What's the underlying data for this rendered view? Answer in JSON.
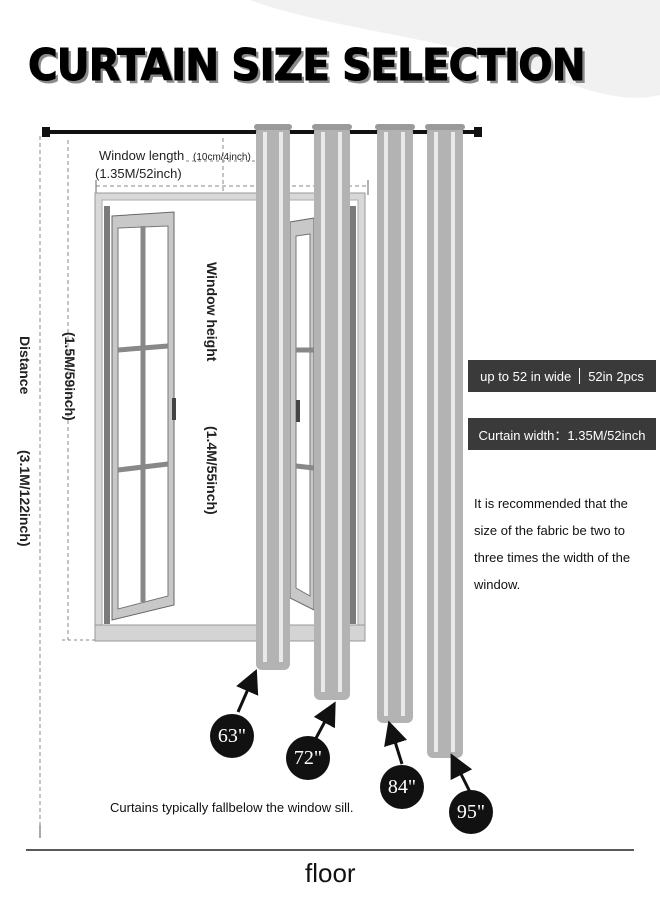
{
  "title": "CURTAIN SIZE SELECTION",
  "window_length": {
    "label": "Window length",
    "value": "(1.35M/52inch)"
  },
  "overhang": "(10cm/4inch)",
  "window_height": {
    "label": "Window height",
    "value": "(1.4M/55inch)"
  },
  "sill_height": "(1.5M/59inch)",
  "distance": {
    "label": "Distance",
    "value": "(3.1M/122inch)"
  },
  "badges": {
    "width_left": "up to 52 in wide",
    "width_right": "52in 2pcs",
    "curtain_width": "Curtain width：1.35M/52inch"
  },
  "recommendation": "It is recommended that the size of the fabric be two to three times the width of the window.",
  "lengths": [
    "63\"",
    "72\"",
    "84\"",
    "95\""
  ],
  "caption": "Curtains typically fallbelow the window sill.",
  "floor": "floor"
}
